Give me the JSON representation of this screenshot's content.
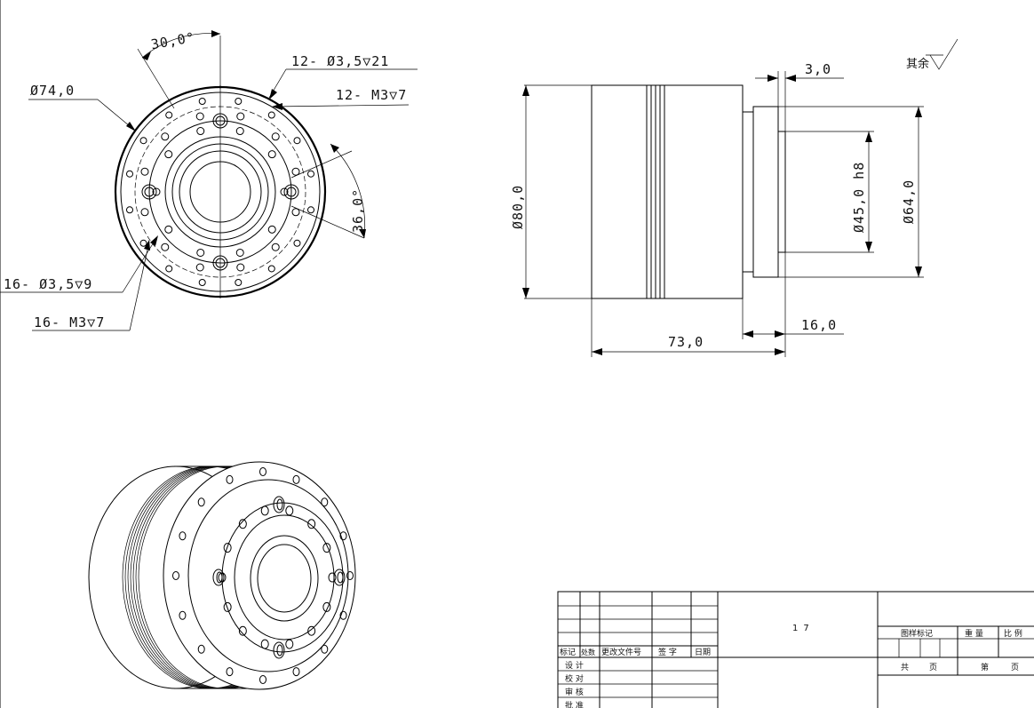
{
  "front_view": {
    "angle_top": "30,0°",
    "angle_right": "36,0°",
    "dia_outer": "Ø74,0",
    "holes_outer_top": "12- Ø3,5▽21",
    "holes_thread_top": "12- M3▽7",
    "holes_outer_bottom": "16- Ø3,5▽9",
    "holes_thread_bottom": "16- M3▽7"
  },
  "side_view": {
    "dia_body": "Ø80,0",
    "dia_bore": "Ø45,0 h8",
    "dia_flange": "Ø64,0",
    "step_small": "3,0",
    "length_total": "73,0",
    "length_flange": "16,0",
    "surface_note": "其余"
  },
  "title_block": {
    "header_cells": [
      "标记",
      "处数",
      "更改文件号",
      "签 字",
      "日期"
    ],
    "left_rows": [
      "设 计",
      "校 对",
      "审 核",
      "批 准"
    ],
    "center_number": "17",
    "drawing_mark": "图样标记",
    "weight": "重 量",
    "scale": "比 例",
    "total_pages": "共",
    "page_label": "页",
    "current_page": "第",
    "page_label_2": "页"
  }
}
